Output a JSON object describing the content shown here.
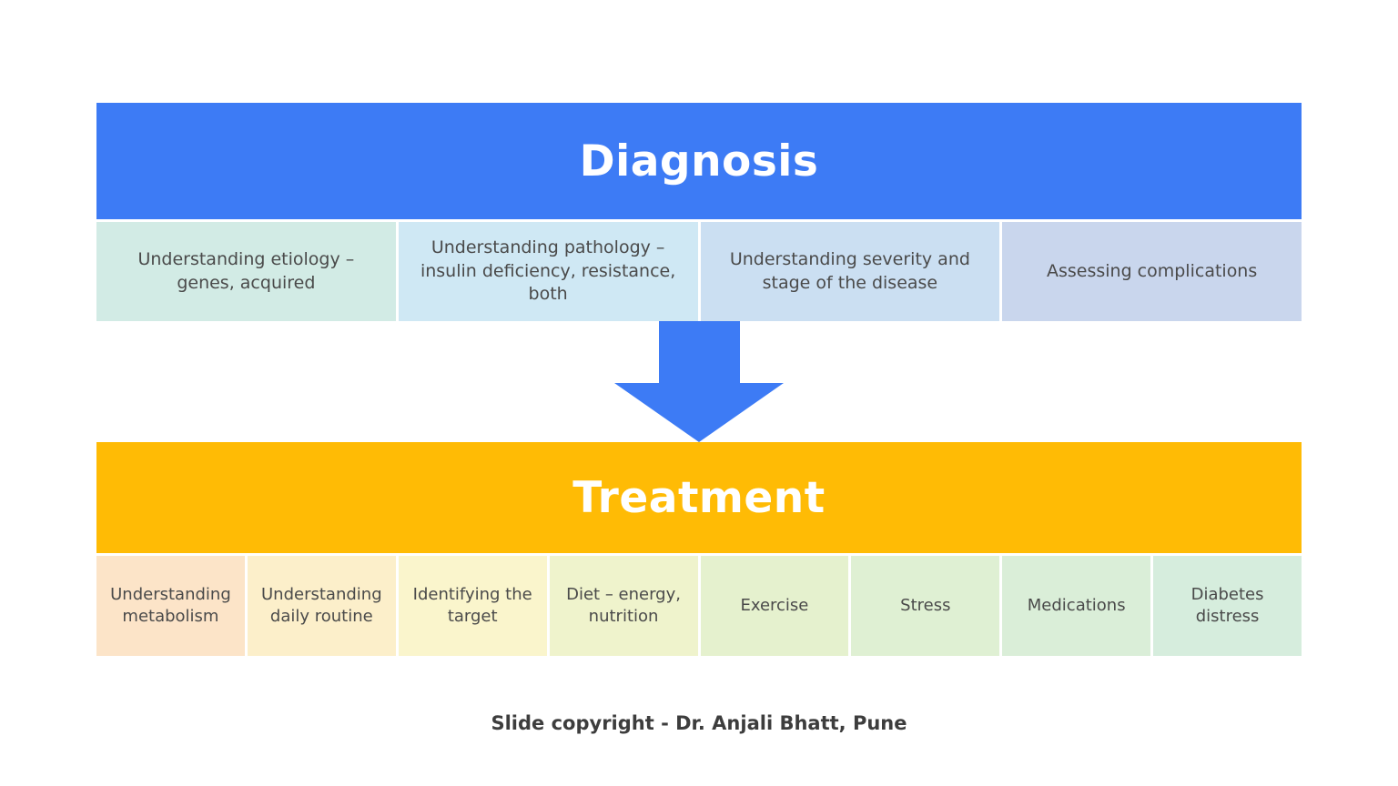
{
  "diagnosis": {
    "title": "Diagnosis",
    "header_color": "#3d7bf5",
    "items": [
      {
        "label": "Understanding etiology – genes, acquired",
        "bg": "#d2ebe5"
      },
      {
        "label": "Understanding pathology – insulin deficiency, resistance, both",
        "bg": "#cfe8f4"
      },
      {
        "label": "Understanding severity and stage of the disease",
        "bg": "#cbdff2"
      },
      {
        "label": "Assessing complications",
        "bg": "#c9d6ed"
      }
    ]
  },
  "arrow": {
    "color": "#3d7bf5"
  },
  "treatment": {
    "title": "Treatment",
    "header_color": "#ffbb05",
    "items": [
      {
        "label": "Understanding metabolism",
        "bg": "#fce4c8"
      },
      {
        "label": "Understanding daily routine",
        "bg": "#fcefca"
      },
      {
        "label": "Identifying the target",
        "bg": "#faf5cc"
      },
      {
        "label": "Diet – energy, nutrition",
        "bg": "#eff3cc"
      },
      {
        "label": "Exercise",
        "bg": "#e5f1ce"
      },
      {
        "label": "Stress",
        "bg": "#dff0d3"
      },
      {
        "label": "Medications",
        "bg": "#daeed8"
      },
      {
        "label": "Diabetes distress",
        "bg": "#d6eddd"
      }
    ]
  },
  "footer": {
    "text": "Slide copyright - Dr. Anjali Bhatt, Pune"
  }
}
